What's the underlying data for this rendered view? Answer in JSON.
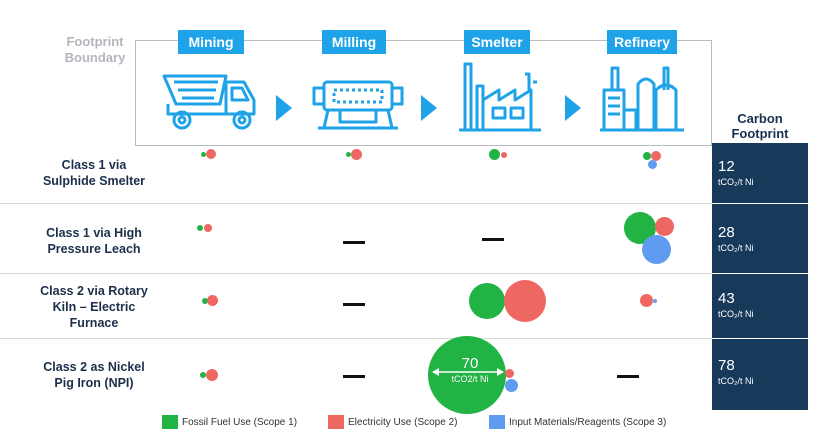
{
  "boundary": {
    "label": "Footprint\nBoundary"
  },
  "stages": [
    {
      "label": "Mining",
      "icon": "dump-truck-icon"
    },
    {
      "label": "Milling",
      "icon": "ball-mill-icon"
    },
    {
      "label": "Smelter",
      "icon": "smelter-factory-icon"
    },
    {
      "label": "Refinery",
      "icon": "refinery-icon"
    }
  ],
  "carbon_header": "Carbon\nFootprint",
  "routes": [
    {
      "label": "Class 1 via\nSulphide Smelter",
      "footprint": "12",
      "unit": "tCO₂/t Ni"
    },
    {
      "label": "Class 1 via High\nPressure Leach",
      "footprint": "28",
      "unit": "tCO₂/t Ni"
    },
    {
      "label": "Class 2 via Rotary\nKiln – Electric\nFurnace",
      "footprint": "43",
      "unit": "tCO₂/t Ni"
    },
    {
      "label": "Class 2 as Nickel\nPig Iron (NPI)",
      "footprint": "78",
      "unit": "tCO₂/t Ni"
    }
  ],
  "callout": {
    "value": "70",
    "unit": "tCO2/t Ni"
  },
  "legend": [
    {
      "label": "Fossil Fuel Use (Scope 1)",
      "color": "#21b343"
    },
    {
      "label": "Electricity Use (Scope 2)",
      "color": "#ef6763"
    },
    {
      "label": "Input Materials/Reagents (Scope 3)",
      "color": "#5f9cf0"
    }
  ],
  "colors": {
    "stage_label_bg": "#1fa3e8",
    "carbon_column_bg": "#17395a",
    "heading_text": "#1b2f4b"
  }
}
